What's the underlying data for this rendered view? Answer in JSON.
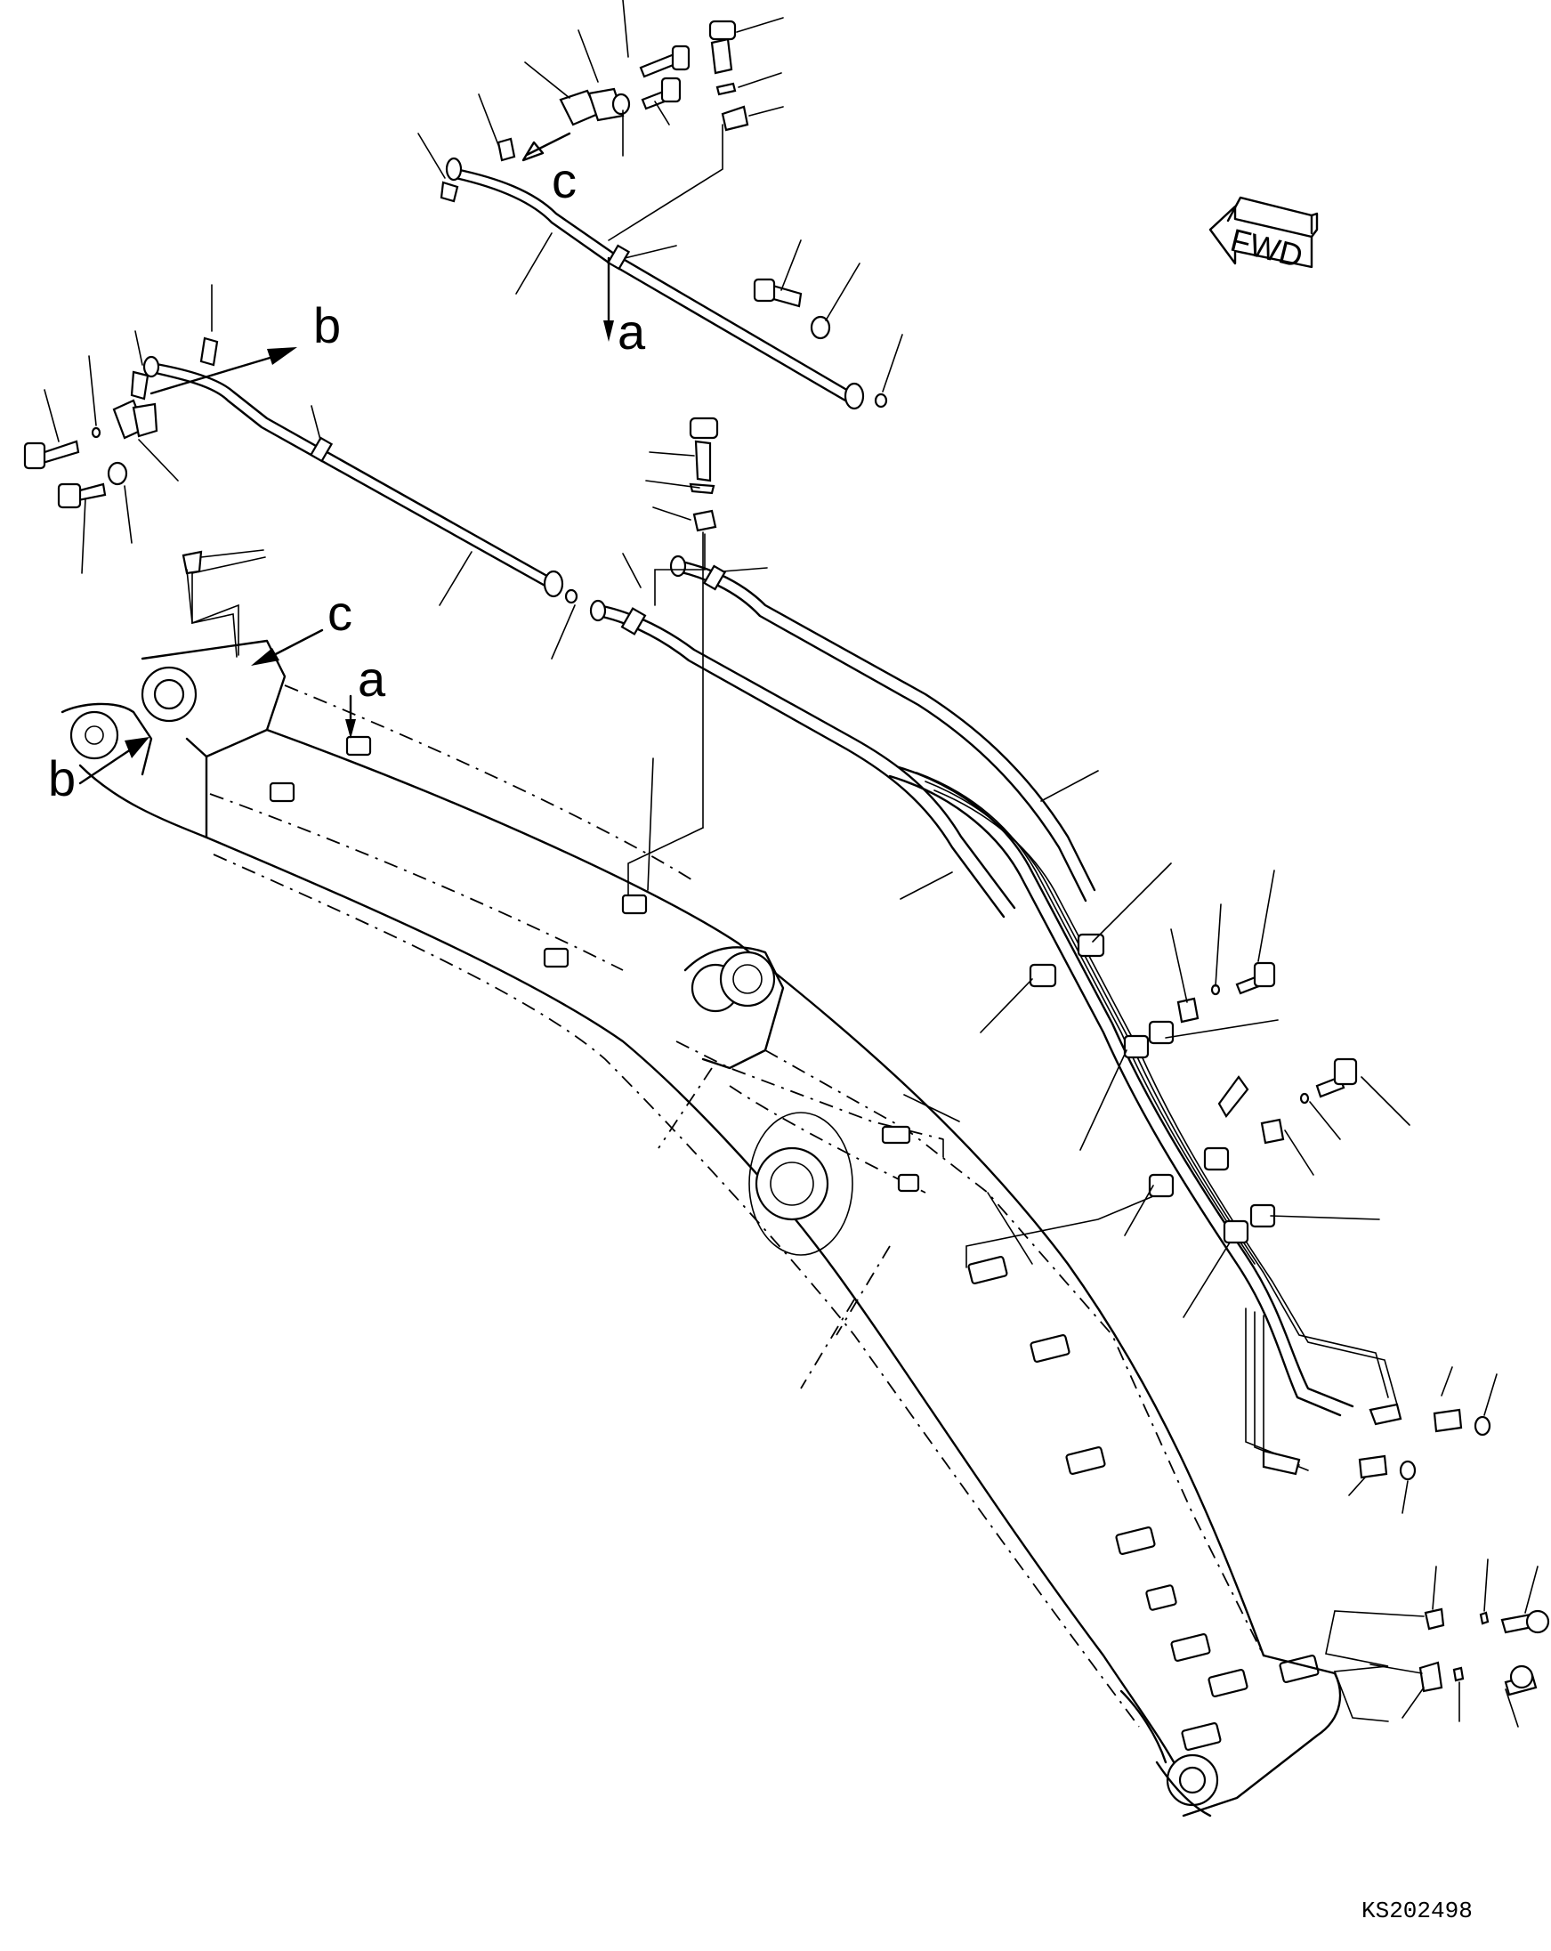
{
  "callouts": {
    "a": "a",
    "b": "b",
    "c": "c"
  },
  "direction_indicator": "FWD",
  "drawing_code": "KS202498"
}
